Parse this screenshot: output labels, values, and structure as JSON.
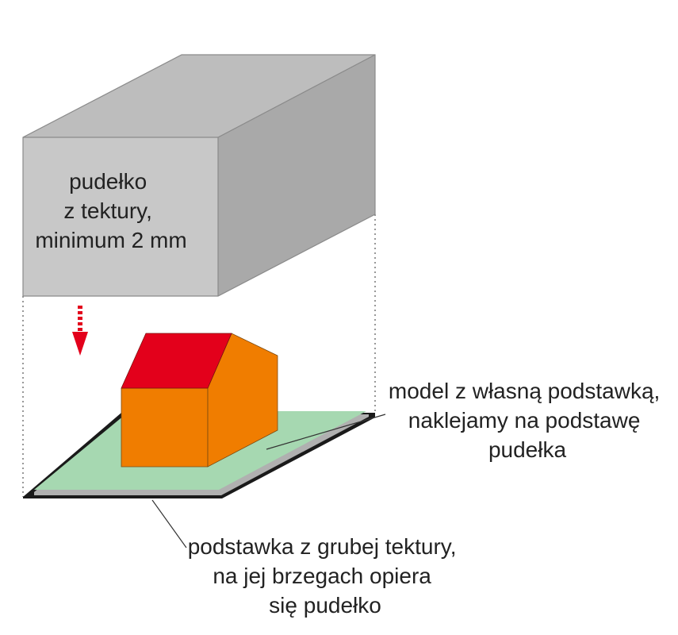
{
  "box_label": {
    "lines": [
      "pudełko",
      "z tektury,",
      "minimum 2 mm"
    ]
  },
  "model_label": {
    "lines": [
      "model z własną podstawką,",
      "naklejamy na podstawę",
      "pudełka"
    ]
  },
  "base_label": {
    "lines": [
      "podstawka z grubej tektury,",
      "na jej brzegach opiera",
      "się pudełko"
    ]
  },
  "colors": {
    "box_front": "#c8c8c8",
    "box_top": "#bdbdbd",
    "box_side": "#a9a9a9",
    "box_edge": "#8a8a8a",
    "roof_front": "#e3001b",
    "house_wall": "#f07d00",
    "base_green": "#a6d8b1",
    "base_grey": "#b0b0b0",
    "base_dark": "#1a1a1a",
    "arrow": "#e3001b",
    "leader": "#333333",
    "guide": "#777777"
  },
  "icons": {
    "arrow": "down-arrow-icon"
  }
}
